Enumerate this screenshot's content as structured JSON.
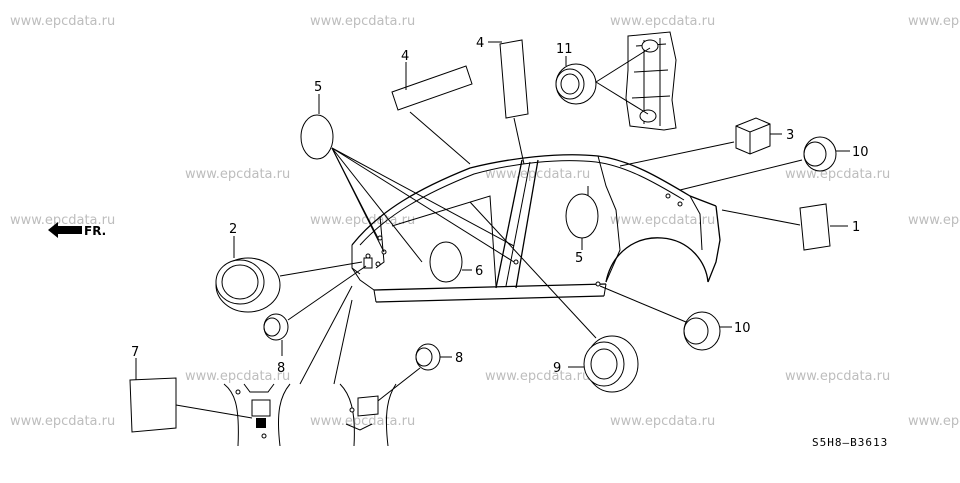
{
  "watermark_text": "www.epcdata.ru",
  "direction_label": "FR.",
  "diagram_code": "S5H8—B3613",
  "callouts": {
    "c1": "1",
    "c2": "2",
    "c3": "3",
    "c4a": "4",
    "c4b": "4",
    "c5a": "5",
    "c5b": "5",
    "c6": "6",
    "c7": "7",
    "c8a": "8",
    "c8b": "8",
    "c9": "9",
    "c10a": "10",
    "c10b": "10",
    "c11": "11"
  }
}
